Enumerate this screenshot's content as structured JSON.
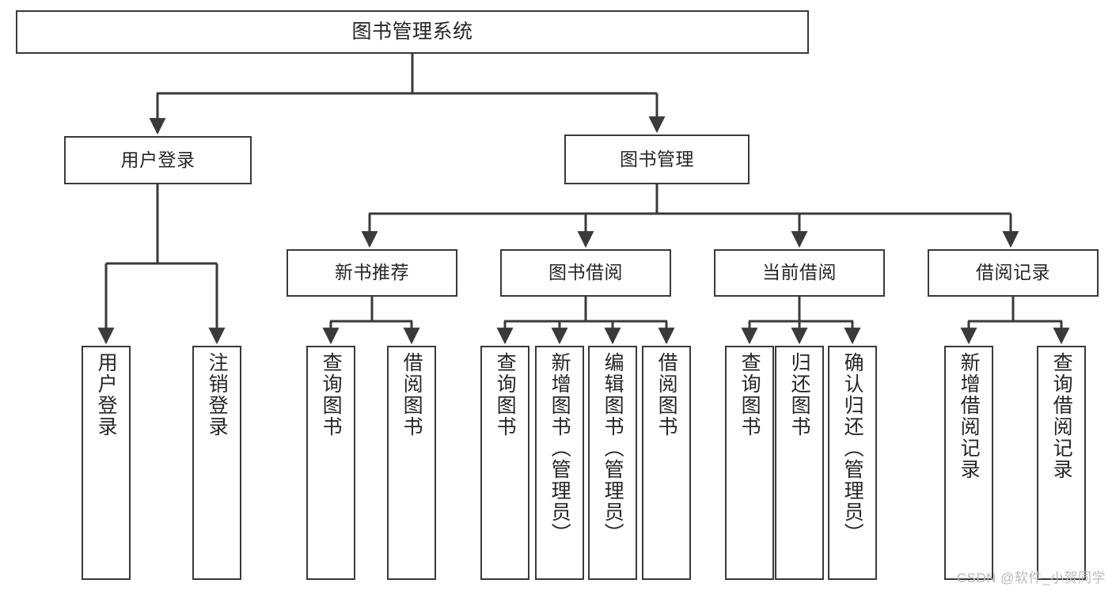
{
  "diagram": {
    "type": "tree-hierarchy",
    "title": "图书管理系统",
    "watermark": "CSDN @软件_小贺同学",
    "colors": {
      "node_border": "#3a3a3a",
      "node_fill": "#ffffff",
      "edge": "#3a3a3a",
      "text": "#262626",
      "watermark": "#b9b9b9",
      "background": "#ffffff"
    },
    "levels": {
      "level0": [
        {
          "id": "root",
          "label": "图书管理系统"
        }
      ],
      "level1": [
        {
          "id": "user-login",
          "label": "用户登录",
          "parent": "root"
        },
        {
          "id": "book-manage",
          "label": "图书管理",
          "parent": "root"
        }
      ],
      "level2": [
        {
          "id": "new-book-recommend",
          "label": "新书推荐",
          "parent": "book-manage"
        },
        {
          "id": "book-borrow",
          "label": "图书借阅",
          "parent": "book-manage"
        },
        {
          "id": "current-borrow",
          "label": "当前借阅",
          "parent": "book-manage"
        },
        {
          "id": "borrow-record",
          "label": "借阅记录",
          "parent": "book-manage"
        }
      ],
      "level3": [
        {
          "id": "leaf-user-login",
          "label": "用户登录",
          "parent": "user-login"
        },
        {
          "id": "leaf-logout-login",
          "label": "注销登录",
          "parent": "user-login"
        },
        {
          "id": "leaf-query-book-1",
          "label": "查询图书",
          "parent": "new-book-recommend"
        },
        {
          "id": "leaf-borrow-book-1",
          "label": "借阅图书",
          "parent": "new-book-recommend"
        },
        {
          "id": "leaf-query-book-2",
          "label": "查询图书",
          "parent": "book-borrow"
        },
        {
          "id": "leaf-add-book-admin",
          "label": "新增图书（管理员）",
          "parent": "book-borrow"
        },
        {
          "id": "leaf-edit-book-admin",
          "label": "编辑图书（管理员）",
          "parent": "book-borrow"
        },
        {
          "id": "leaf-borrow-book-2",
          "label": "借阅图书",
          "parent": "book-borrow"
        },
        {
          "id": "leaf-query-book-3",
          "label": "查询图书",
          "parent": "current-borrow"
        },
        {
          "id": "leaf-return-book",
          "label": "归还图书",
          "parent": "current-borrow"
        },
        {
          "id": "leaf-confirm-return-admin",
          "label": "确认归还（管理员）",
          "parent": "current-borrow"
        },
        {
          "id": "leaf-add-borrow-record",
          "label": "新增借阅记录",
          "parent": "borrow-record"
        },
        {
          "id": "leaf-query-borrow-record",
          "label": "查询借阅记录",
          "parent": "borrow-record"
        }
      ]
    }
  }
}
